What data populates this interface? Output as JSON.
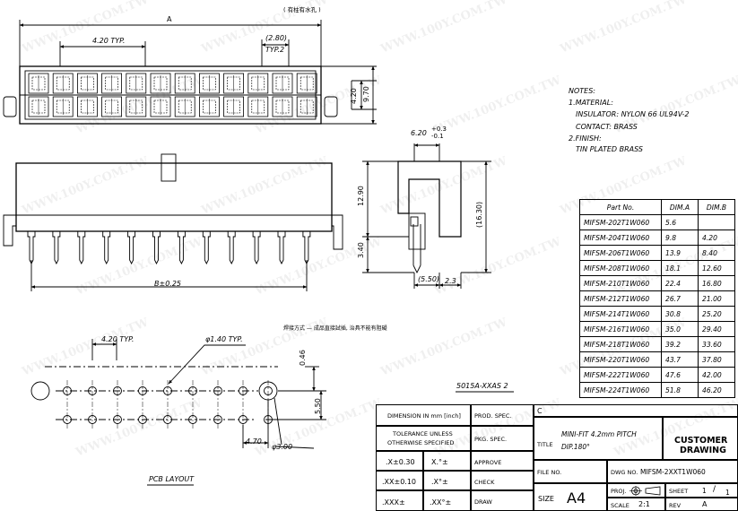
{
  "top_note": "( 有柱有水孔 )",
  "top_view": {
    "dim_a": "A",
    "pitch": "4.20 TYP.",
    "dim_2_80": "(2.80)",
    "typ2": "TYP.2",
    "dim_4_20": "4.20",
    "dim_9_70": "9.70"
  },
  "side_view": {
    "dim_b": "B±0.25",
    "dim_12_90": "12.90",
    "dim_3_40": "3.40"
  },
  "end_view": {
    "dim_6_20": "6.20",
    "tol_plus": "+0.3",
    "tol_minus": "-0.1",
    "dim_16_30": "(16.30)",
    "dim_5_50": "(5.50)",
    "dim_2_3": "2.3"
  },
  "notes": {
    "header": "NOTES:",
    "lines": [
      "1.MATERIAL:",
      "INSULATOR: NYLON 66 UL94V-2",
      "CONTACT: BRASS",
      "2.FINISH:",
      "TIN PLATED BRASS"
    ]
  },
  "parts_table": {
    "headers": [
      "Part No.",
      "DIM.A",
      "DIM.B"
    ],
    "rows": [
      [
        "MIFSM-202T1W060",
        "5.6",
        ""
      ],
      [
        "MIFSM-204T1W060",
        "9.8",
        "4.20"
      ],
      [
        "MIFSM-206T1W060",
        "13.9",
        "8.40"
      ],
      [
        "MIFSM-208T1W060",
        "18.1",
        "12.60"
      ],
      [
        "MIFSM-210T1W060",
        "22.4",
        "16.80"
      ],
      [
        "MIFSM-212T1W060",
        "26.7",
        "21.00"
      ],
      [
        "MIFSM-214T1W060",
        "30.8",
        "25.20"
      ],
      [
        "MIFSM-216T1W060",
        "35.0",
        "29.40"
      ],
      [
        "MIFSM-218T1W060",
        "39.2",
        "33.60"
      ],
      [
        "MIFSM-220T1W060",
        "43.7",
        "37.80"
      ],
      [
        "MIFSM-222T1W060",
        "47.6",
        "42.00"
      ],
      [
        "MIFSM-224T1W060",
        "51.8",
        "46.20"
      ]
    ]
  },
  "pcb": {
    "pitch": "4.20 TYP.",
    "hole_dia": "φ1.40 TYP.",
    "dim_0_46": "0.46",
    "dim_5_50": "5.50",
    "dim_4_70": "4.70",
    "peg_dia": "φ3.00",
    "caption": "PCB LAYOUT",
    "method_note": "焊接方式  —  成品直接試插, 治具不能有阻礙"
  },
  "drawing_ref": "5015A-XXAS 2",
  "title_block": {
    "dimension_in": "DIMENSION IN mm [inch]",
    "tolerance": [
      "TOLERANCE UNLESS",
      "OTHERWISE SPECIFIED"
    ],
    "tol_x": ".X±0.30",
    "tol_xx": ".XX±0.10",
    "tol_xxx": ".XXX±",
    "ang_x": "X.°±",
    "ang_xx": ".X°±",
    "ang_xxx": ".XX°±",
    "prod_spec": "PROD. SPEC.",
    "pkg_spec": "PKG. SPEC.",
    "approve": "APPROVE",
    "check": "CHECK",
    "draw": "DRAW",
    "rev_letter": "C",
    "title_label": "TITLE",
    "title_line1": "MINI-FIT 4.2mm PITCH",
    "title_line2": "DIP.180°",
    "customer_line1": "CUSTOMER",
    "customer_line2": "DRAWING",
    "file_no": "FILE NO.",
    "dwg_no_label": "DWG NO.",
    "dwg_no": "MIFSM-2XXT1W060",
    "size_label": "SIZE",
    "size": "A4",
    "proj": "PROJ.",
    "sheet_label": "SHEET",
    "sheet_a": "1",
    "sheet_b": "1",
    "scale_label": "SCALE",
    "scale": "2:1",
    "rev_label": "REV",
    "rev": "A"
  }
}
